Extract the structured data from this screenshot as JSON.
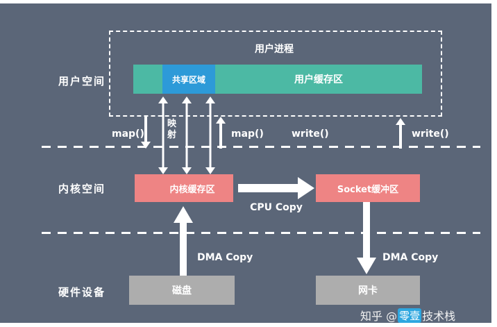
{
  "colors": {
    "bg": "#5b6678",
    "teal": "#4cb9a4",
    "blue": "#2d9ad8",
    "salmon": "#ee8484",
    "red": "#e05d5d",
    "gray": "#adadad",
    "white": "#ffffff",
    "watermark_blue": "#2ea7e0"
  },
  "labels": {
    "user_space": "用户空间",
    "kernel_space": "内核空间",
    "hardware": "硬件设备",
    "user_process": "用户进程",
    "shared_region": "共享区域",
    "user_buffer": "用户缓存区",
    "kernel_buffer": "内核缓存区",
    "socket_buffer": "Socket缓冲区",
    "disk": "磁盘",
    "nic": "网卡",
    "mapping": "映\n射",
    "map_left": "map()",
    "map_right": "map()",
    "write_left": "write()",
    "write_right": "write()",
    "cpu_copy": "CPU Copy",
    "dma_copy_left": "DMA Copy",
    "dma_copy_right": "DMA Copy"
  },
  "watermark": {
    "site": "知乎 @",
    "badge": "零壹",
    "name": "技术栈"
  }
}
